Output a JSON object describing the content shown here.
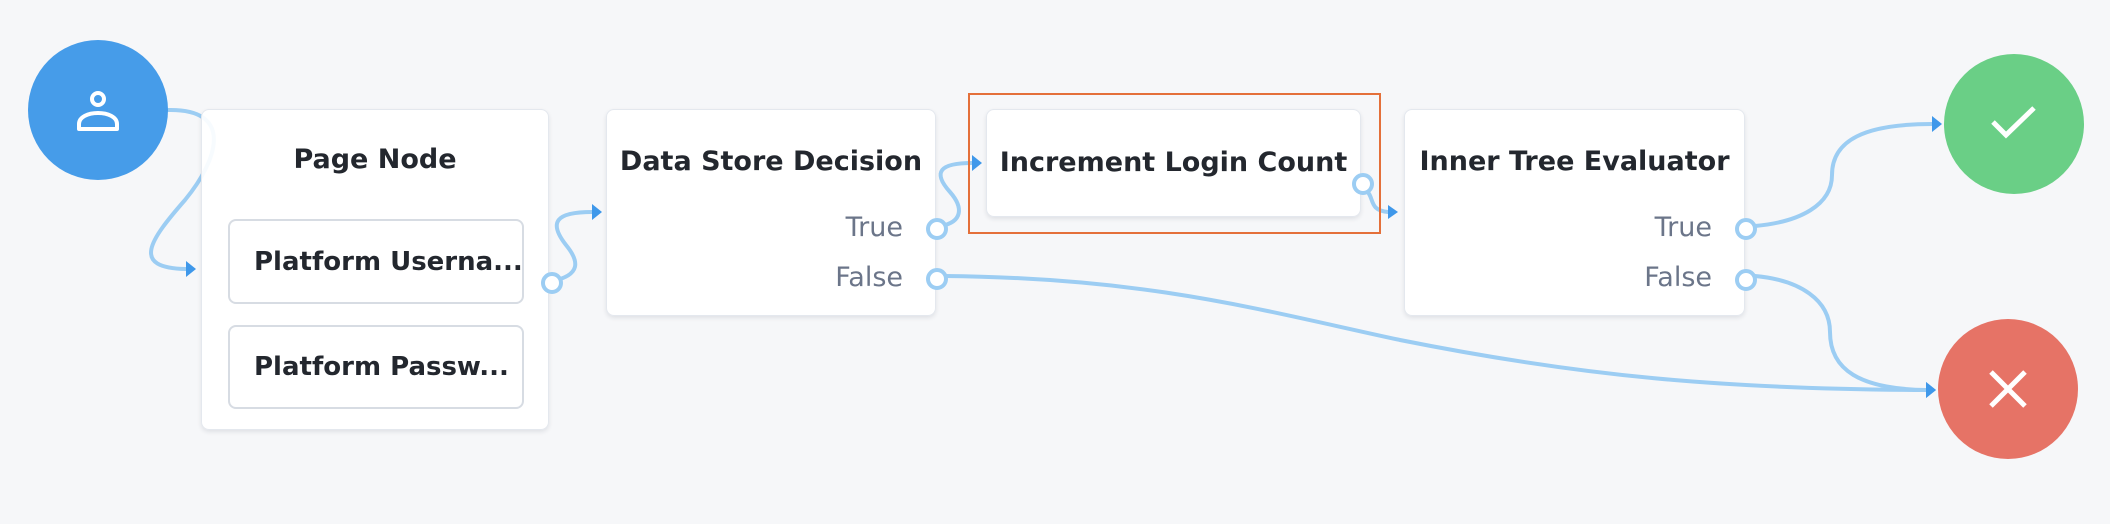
{
  "canvas": {
    "background": "#f6f7f9",
    "link_color": "#9ccdf3",
    "arrow_color": "#3f98ea",
    "selection_color": "#e4703a"
  },
  "start_node": {
    "icon": "user-icon",
    "color": "#469ce9"
  },
  "success_node": {
    "icon": "checkmark-icon",
    "color": "#6acf86"
  },
  "failure_node": {
    "icon": "x-icon",
    "color": "#e67366"
  },
  "nodes": {
    "page_node": {
      "title": "Page Node",
      "children": [
        {
          "label": "Platform Userna..."
        },
        {
          "label": "Platform Passw..."
        }
      ]
    },
    "data_store_decision": {
      "title": "Data Store Decision",
      "outcomes": [
        {
          "label": "True"
        },
        {
          "label": "False"
        }
      ]
    },
    "increment_login_count": {
      "title": "Increment Login Count",
      "selected": true
    },
    "inner_tree_evaluator": {
      "title": "Inner Tree Evaluator",
      "outcomes": [
        {
          "label": "True"
        },
        {
          "label": "False"
        }
      ]
    }
  },
  "connections": [
    {
      "from": "Start",
      "to": "Page Node"
    },
    {
      "from": "Page Node",
      "to": "Data Store Decision"
    },
    {
      "from": "Data Store Decision.True",
      "to": "Increment Login Count"
    },
    {
      "from": "Data Store Decision.False",
      "to": "Failure"
    },
    {
      "from": "Increment Login Count",
      "to": "Inner Tree Evaluator"
    },
    {
      "from": "Inner Tree Evaluator.True",
      "to": "Success"
    },
    {
      "from": "Inner Tree Evaluator.False",
      "to": "Failure"
    }
  ]
}
